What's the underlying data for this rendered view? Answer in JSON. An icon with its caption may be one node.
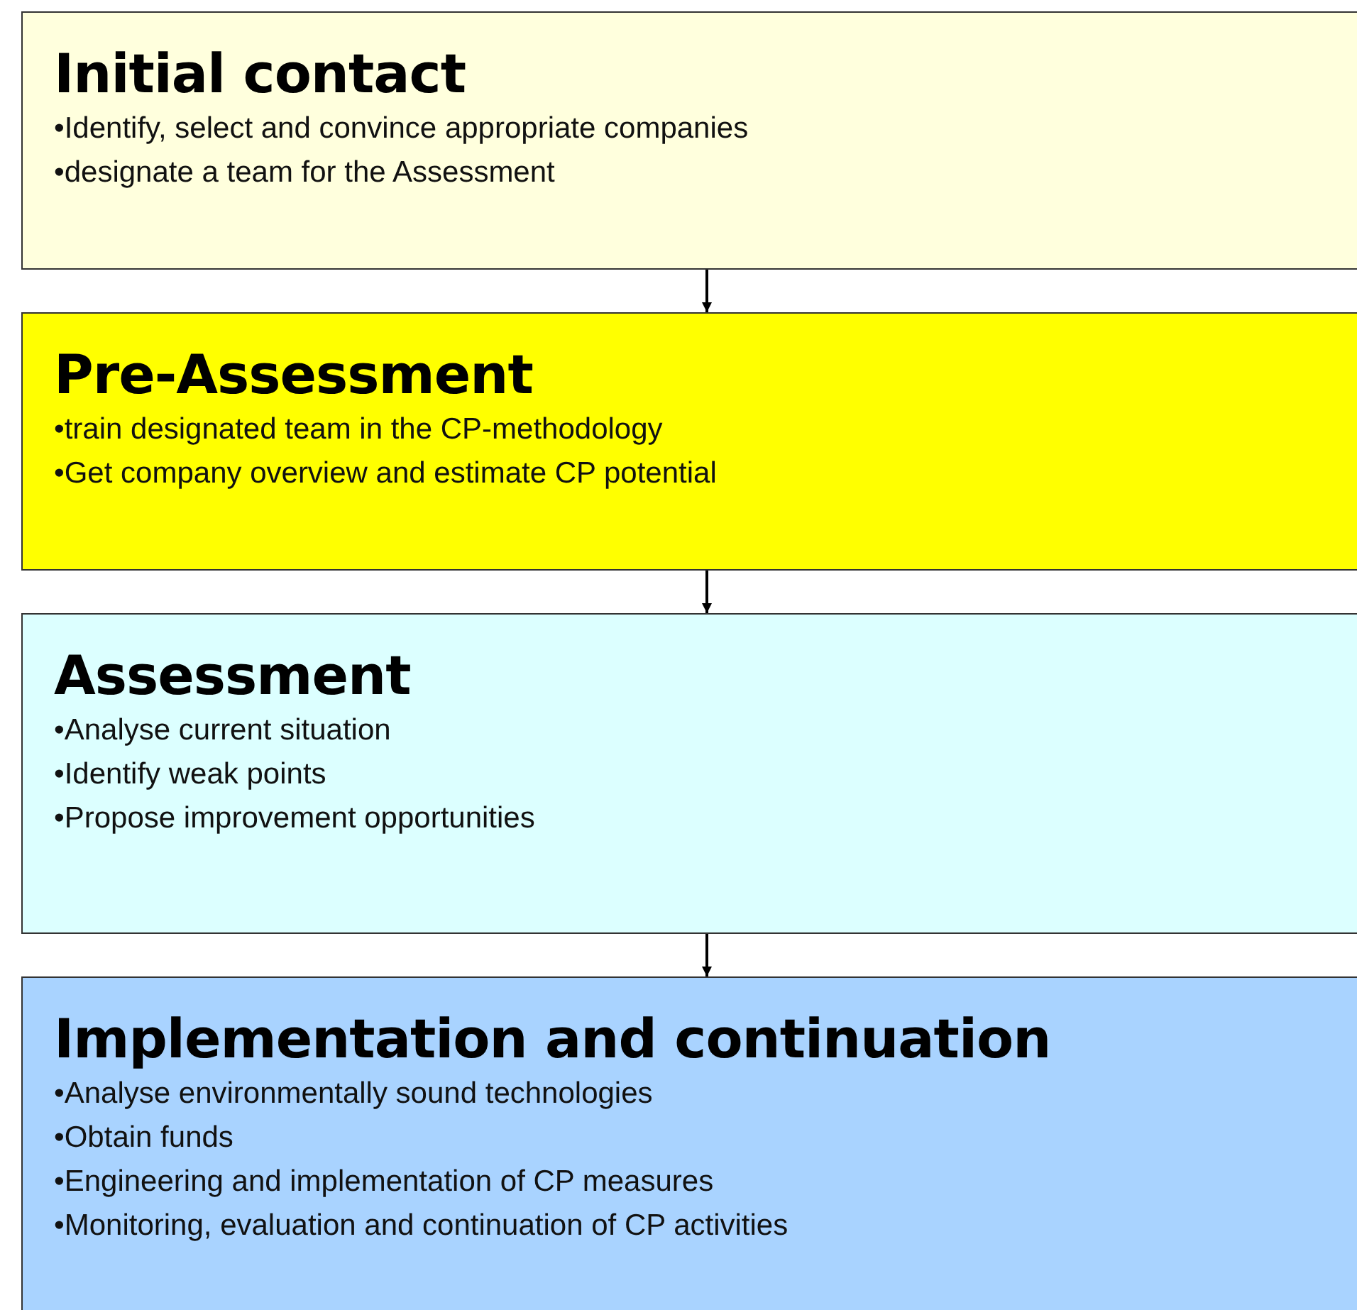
{
  "diagram": {
    "nodes": [
      {
        "text": [
          "Initial contact",
          "•Identify, select and convince appropriate companies",
          "•designate a team for the Assessment"
        ]
      },
      {
        "text": [
          "Pre-Assessment",
          "•train designated team in the CP-methodology",
          "•Get company overview and estimate CP potential"
        ]
      },
      {
        "text": [
          "Assessment",
          "•Analyse current situation",
          "•Identify weak points",
          "•Propose improvement opportunities"
        ]
      },
      {
        "text": [
          "Implementation and continuation",
          "•Analyse environmentally sound technologies",
          "•Obtain funds",
          "•Engineering and implementation of CP measures",
          "•Monitoring, evaluation and continuation of CP activities"
        ]
      }
    ],
    "edges": [
      {
        "from": 0,
        "to": 1,
        "arrow": "to"
      },
      {
        "from": 1,
        "to": 2,
        "arrow": "to"
      },
      {
        "from": 2,
        "to": 3,
        "arrow": "to"
      }
    ]
  }
}
